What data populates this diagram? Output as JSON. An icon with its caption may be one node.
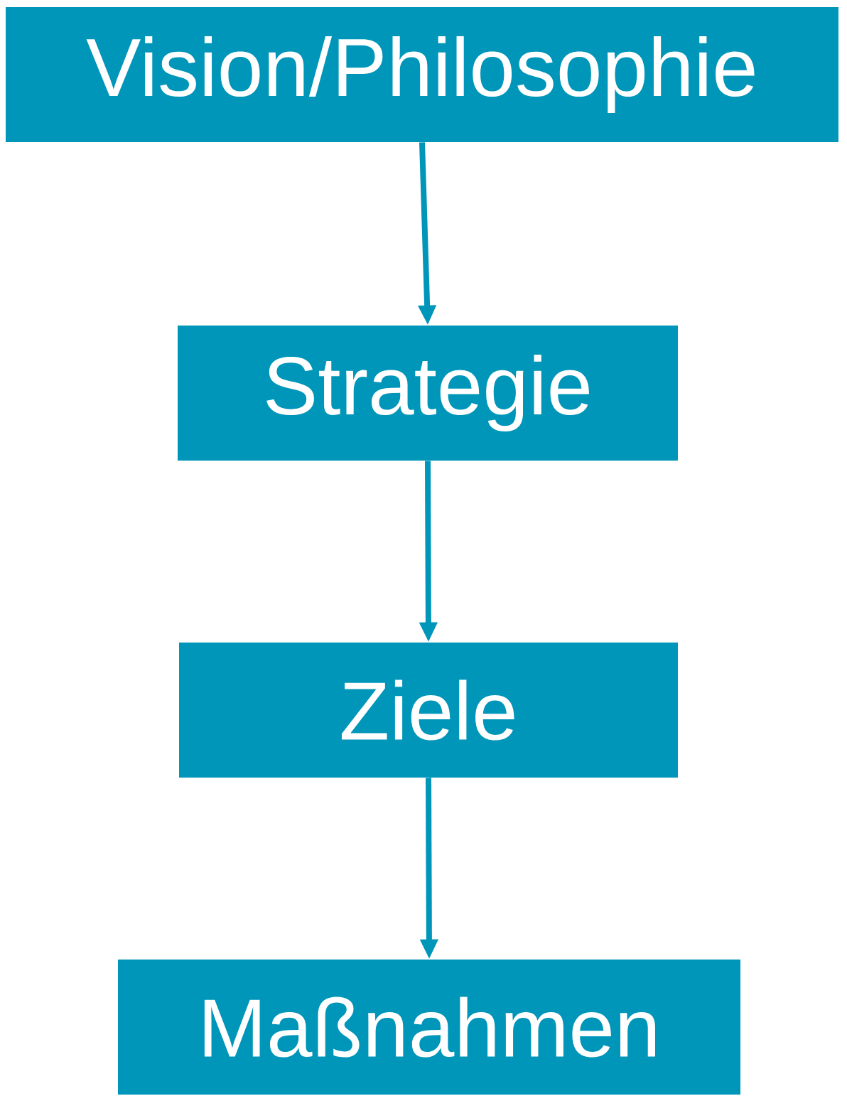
{
  "diagram": {
    "nodes": [
      {
        "text": [
          "Vision/Philosophie"
        ]
      },
      {
        "text": [
          "Strategie"
        ]
      },
      {
        "text": [
          "Ziele"
        ]
      },
      {
        "text": [
          "Maßnahmen"
        ]
      }
    ],
    "edges": [
      {
        "from": 0,
        "to": 1,
        "arrow": "to"
      },
      {
        "from": 1,
        "to": 2,
        "arrow": "to"
      },
      {
        "from": 2,
        "to": 3,
        "arrow": "to"
      }
    ]
  }
}
